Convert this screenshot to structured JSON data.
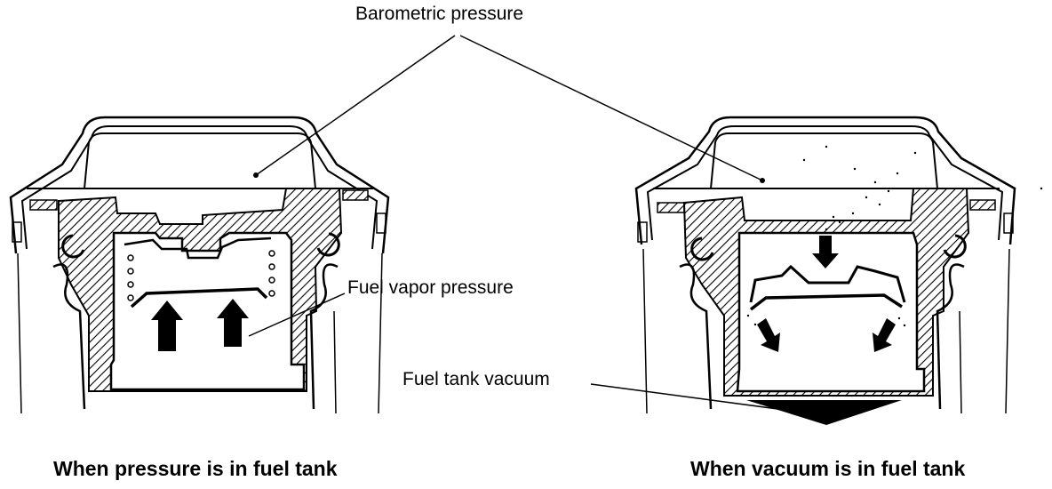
{
  "labels": {
    "barometric_pressure": "Barometric pressure",
    "fuel_vapor_pressure": "Fuel vapor pressure",
    "fuel_tank_vacuum": "Fuel tank vacuum"
  },
  "captions": {
    "left": "When pressure is in fuel tank",
    "right": "When vacuum is in fuel tank"
  }
}
